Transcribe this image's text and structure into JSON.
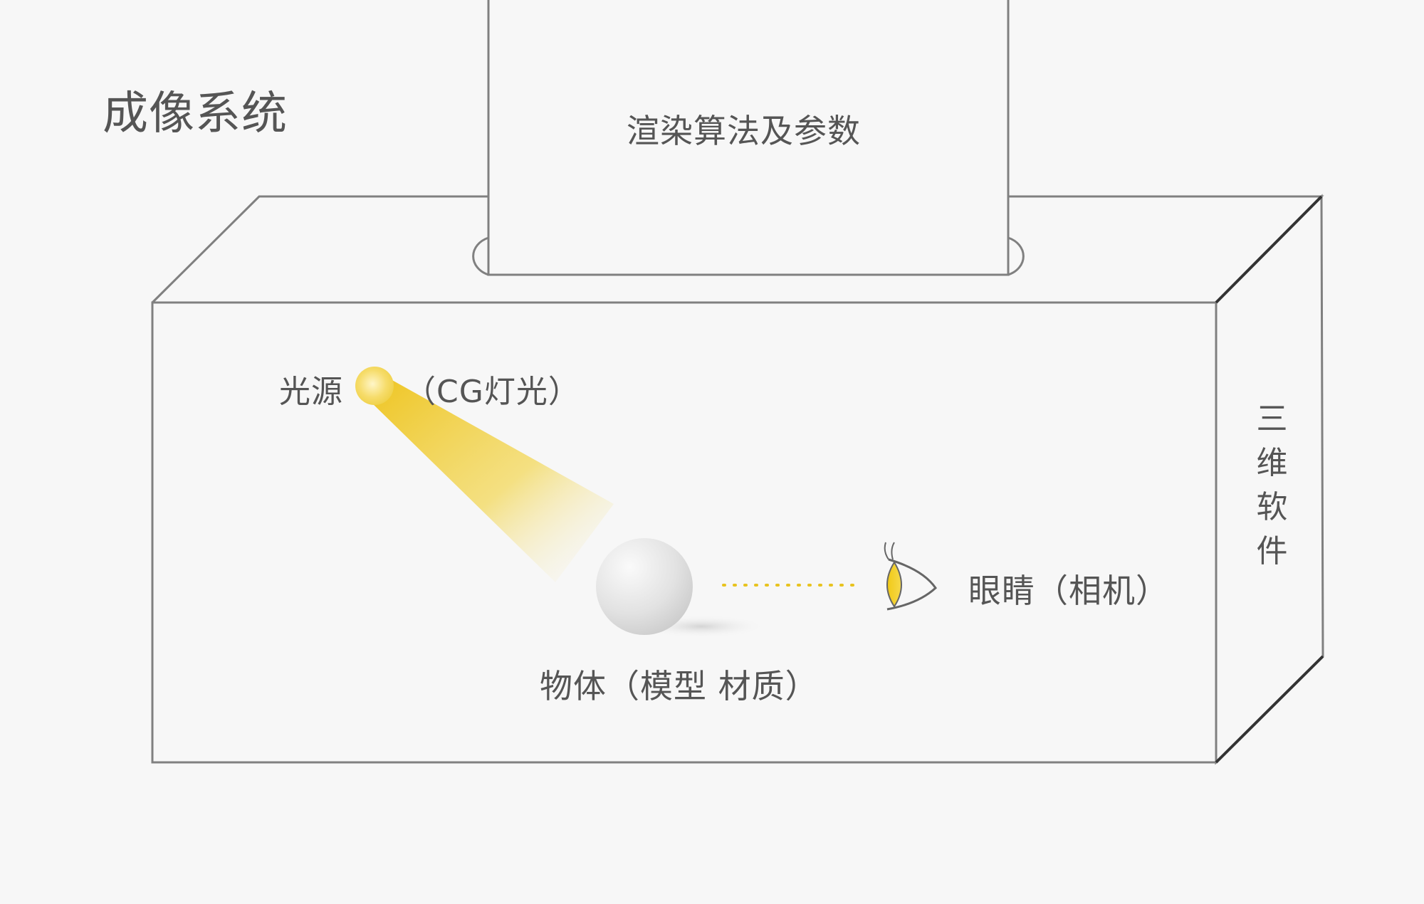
{
  "title": "成像系统",
  "render_box": {
    "label": "渲染算法及参数"
  },
  "scene": {
    "light": {
      "label": "光源",
      "sub_label": "（CG灯光）",
      "icon": "light-source-icon"
    },
    "object": {
      "label": "物体（模型 材质）",
      "icon": "sphere-icon"
    },
    "camera": {
      "label": "眼睛（相机）",
      "icon": "eye-icon"
    }
  },
  "side_panel": {
    "label": "三维软件"
  },
  "colors": {
    "background": "#f7f7f7",
    "line": "#808080",
    "text": "#555555",
    "accent_yellow": "#f0cc2a",
    "sphere": "#e4e4e4"
  }
}
